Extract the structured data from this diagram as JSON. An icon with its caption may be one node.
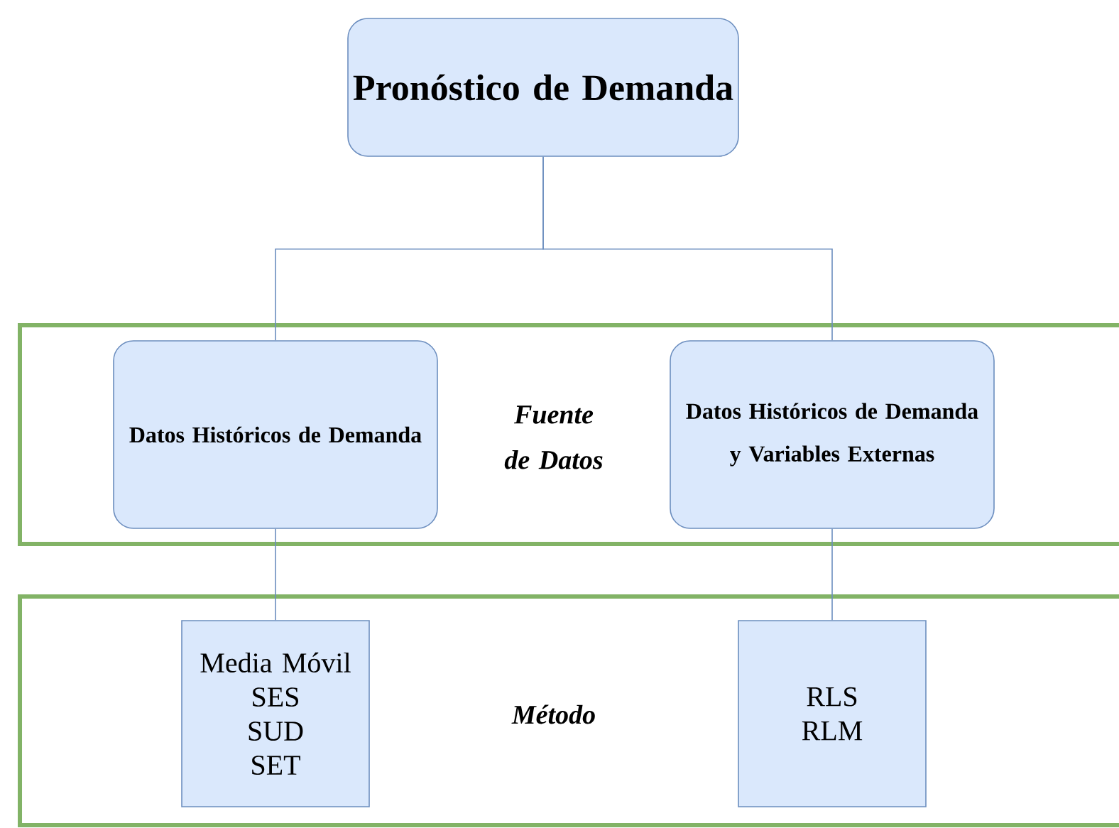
{
  "diagram": {
    "nodes": [
      {
        "text": [
          "Pronóstico de Demanda"
        ]
      },
      {
        "text": [
          "Fuente de Datos"
        ]
      },
      {
        "text": [
          "Datos Históricos de Demanda"
        ],
        "in": 1
      },
      {
        "text": [
          "Datos Históricos de Demanda y Variables Externas"
        ],
        "in": 1
      },
      {
        "text": [
          "Método"
        ]
      },
      {
        "text": [
          "Media Móvil",
          "SES",
          "SUD",
          "SET"
        ],
        "in": 4
      },
      {
        "text": [
          "RLS",
          "RLM"
        ],
        "in": 4
      }
    ],
    "edges": [
      {
        "from": 0,
        "to": 2,
        "arrow": "none"
      },
      {
        "from": 0,
        "to": 3,
        "arrow": "none"
      },
      {
        "from": 2,
        "to": 5,
        "arrow": "none"
      },
      {
        "from": 3,
        "to": 6,
        "arrow": "none"
      }
    ]
  }
}
